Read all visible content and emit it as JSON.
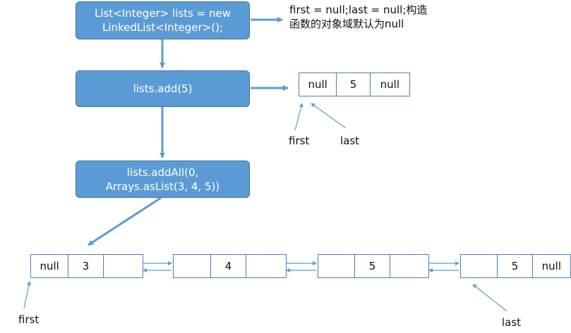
{
  "colors": {
    "box_fill": "#5b9bd5",
    "arrow": "#5b9bd5",
    "cell_border": "#4a7fb5"
  },
  "steps": [
    {
      "line1": "List<Integer> lists = new",
      "line2": "LinkedList<Integer>();"
    },
    {
      "line1": "lists.add(5)",
      "line2": ""
    },
    {
      "line1": "lists.addAll(0,",
      "line2": "Arrays.asList(3, 4, 5))"
    }
  ],
  "note": {
    "line1": "first = null;last = null;构造",
    "line2": "函数的对象域默认为null"
  },
  "single_node": {
    "cells": [
      "null",
      "5",
      "null"
    ],
    "first_label": "first",
    "last_label": "last"
  },
  "chain": {
    "nodes": [
      {
        "cells": [
          "null",
          "3",
          ""
        ]
      },
      {
        "cells": [
          "",
          "4",
          ""
        ]
      },
      {
        "cells": [
          "",
          "5",
          ""
        ]
      },
      {
        "cells": [
          "",
          "5",
          "null"
        ]
      }
    ],
    "first_label": "first",
    "last_label": "last"
  }
}
